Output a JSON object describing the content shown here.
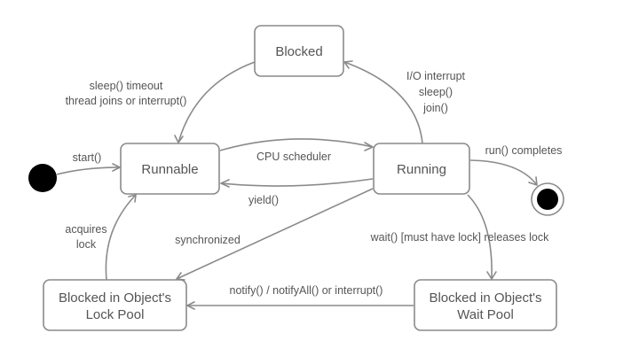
{
  "diagram": {
    "type": "state-machine",
    "title": "Java Thread States",
    "states": {
      "blocked": "Blocked",
      "runnable": "Runnable",
      "running": "Running",
      "lock_pool": [
        "Blocked in Object's",
        "Lock Pool"
      ],
      "wait_pool": [
        "Blocked in Object's",
        "Wait Pool"
      ]
    },
    "pseudo_states": {
      "initial": "initial-state",
      "final": "final-state"
    },
    "transitions": {
      "start": {
        "from": "initial",
        "to": "runnable",
        "label": [
          "start()"
        ]
      },
      "cpu_scheduler": {
        "from": "runnable",
        "to": "running",
        "label": [
          "CPU scheduler"
        ]
      },
      "yield": {
        "from": "running",
        "to": "runnable",
        "label": [
          "yield()"
        ]
      },
      "io": {
        "from": "running",
        "to": "blocked",
        "label": [
          "I/O interrupt",
          "sleep()",
          "join()"
        ]
      },
      "wakeup": {
        "from": "blocked",
        "to": "runnable",
        "label": [
          "sleep() timeout",
          "thread joins or interrupt()"
        ]
      },
      "run_completes": {
        "from": "running",
        "to": "final",
        "label": [
          "run() completes"
        ]
      },
      "synchronized": {
        "from": "running",
        "to": "lock_pool",
        "label": [
          "synchronized"
        ]
      },
      "wait": {
        "from": "running",
        "to": "wait_pool",
        "label": [
          "wait() [must have lock] releases lock"
        ]
      },
      "notify": {
        "from": "wait_pool",
        "to": "lock_pool",
        "label": [
          "notify() / notifyAll() or interrupt()"
        ]
      },
      "acquires_lock": {
        "from": "lock_pool",
        "to": "runnable",
        "label": [
          "acquires",
          "lock"
        ]
      }
    }
  }
}
